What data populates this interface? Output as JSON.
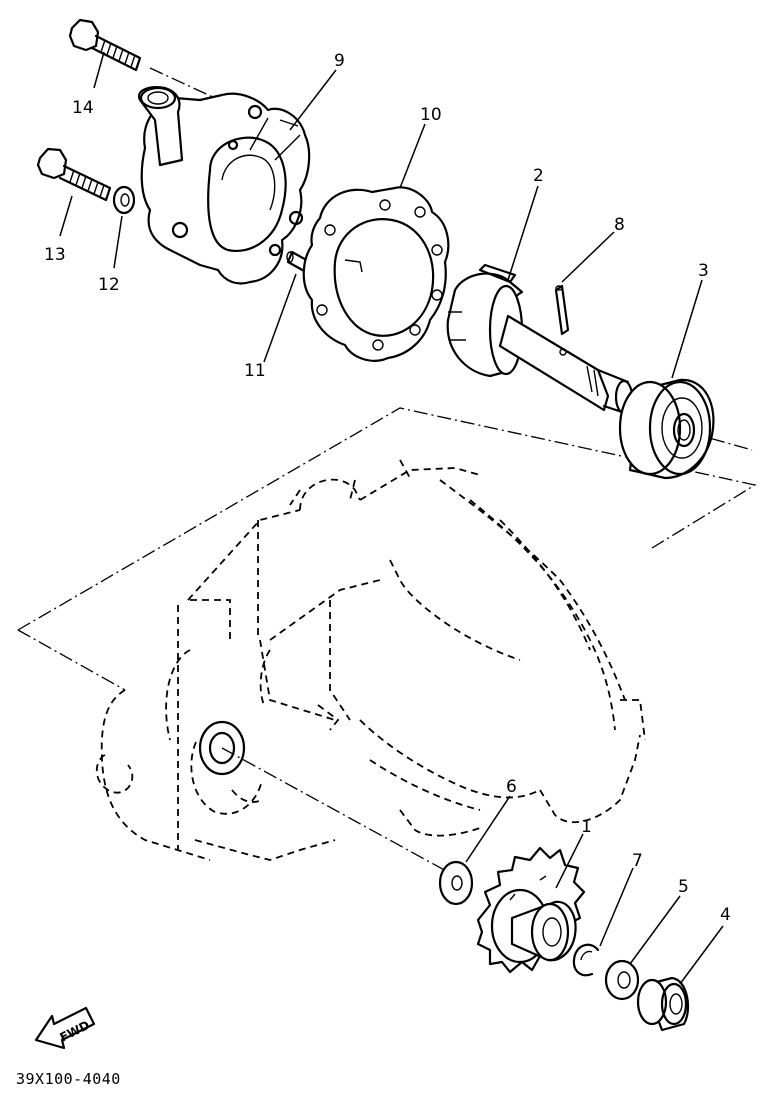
{
  "diagram": {
    "part_labels": [
      {
        "id": "1",
        "text": "1"
      },
      {
        "id": "2",
        "text": "2"
      },
      {
        "id": "3",
        "text": "3"
      },
      {
        "id": "4",
        "text": "4"
      },
      {
        "id": "5",
        "text": "5"
      },
      {
        "id": "6",
        "text": "6"
      },
      {
        "id": "7",
        "text": "7"
      },
      {
        "id": "8",
        "text": "8"
      },
      {
        "id": "9",
        "text": "9"
      },
      {
        "id": "10",
        "text": "10"
      },
      {
        "id": "11",
        "text": "11"
      },
      {
        "id": "12",
        "text": "12"
      },
      {
        "id": "13",
        "text": "13"
      },
      {
        "id": "14",
        "text": "14"
      }
    ],
    "direction_badge": "FWD",
    "drawing_code": "39X100-4040"
  }
}
